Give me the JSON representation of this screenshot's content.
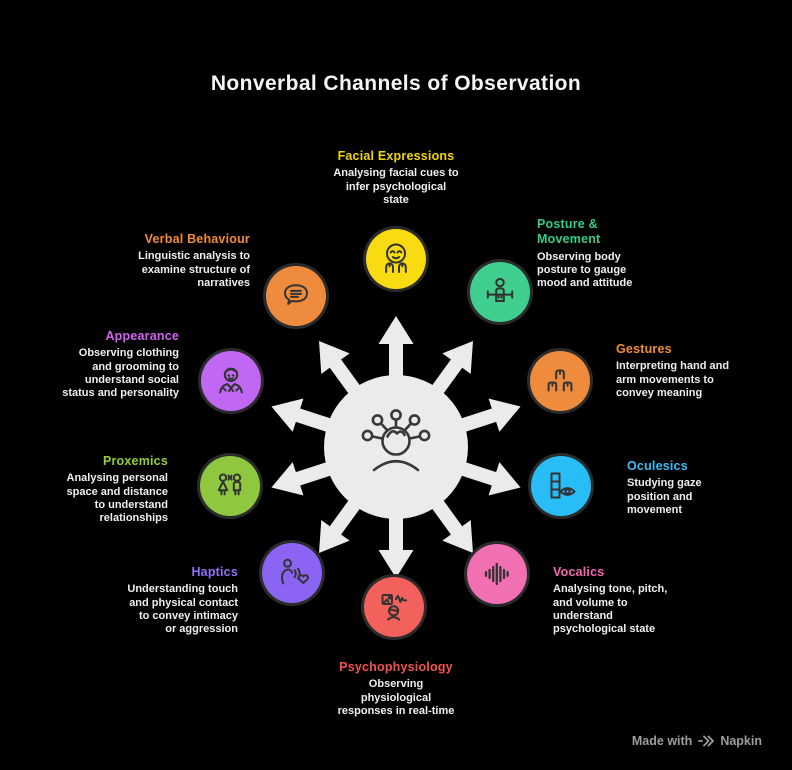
{
  "title": "Nonverbal Channels of Observation",
  "center": {
    "icon": "sensor-head-face-icon",
    "hub_color": "#EBEBE9",
    "arrow_count": 10
  },
  "nodes": [
    {
      "id": "facial-expressions",
      "label": "Facial Expressions",
      "description": "Analysing facial cues to infer psychological state",
      "color": "#F8DB10",
      "label_color": "#F2D40B",
      "icon": "smiling-face-with-hands-icon"
    },
    {
      "id": "posture-movement",
      "label": "Posture & Movement",
      "description": "Observing body posture to gauge mood and attitude",
      "color": "#3FCE8E",
      "label_color": "#32CD8A",
      "icon": "person-at-bar-icon"
    },
    {
      "id": "gestures",
      "label": "Gestures",
      "description": "Interpreting hand and arm movements to convey meaning",
      "color": "#EE8B3C",
      "label_color": "#F18D33",
      "icon": "raised-hands-icon"
    },
    {
      "id": "oculesics",
      "label": "Oculesics",
      "description": "Studying gaze position and movement",
      "color": "#29BDF6",
      "label_color": "#36BDF5",
      "icon": "gaze-eye-icon"
    },
    {
      "id": "vocalics",
      "label": "Vocalics",
      "description": "Analysing tone, pitch, and volume to understand psychological state",
      "color": "#F170B2",
      "label_color": "#F567AE",
      "icon": "sound-waveform-icon"
    },
    {
      "id": "psychophysiology",
      "label": "Psychophysiology",
      "description": "Observing physiological responses in real-time",
      "color": "#F2615B",
      "label_color": "#F4514C",
      "icon": "biometric-response-icon"
    },
    {
      "id": "haptics",
      "label": "Haptics",
      "description": "Understanding touch and physical contact to convey intimacy or aggression",
      "color": "#8C64F4",
      "label_color": "#9270F6",
      "icon": "touch-contact-icon"
    },
    {
      "id": "proxemics",
      "label": "Proxemics",
      "description": "Analysing personal space and distance to understand relationships",
      "color": "#8FC83F",
      "label_color": "#95CE35",
      "icon": "two-people-distance-icon"
    },
    {
      "id": "appearance",
      "label": "Appearance",
      "description": "Observing clothing and grooming to understand social status and personality",
      "color": "#C068F4",
      "label_color": "#D263F2",
      "icon": "person-in-suit-icon"
    },
    {
      "id": "verbal-behaviour",
      "label": "Verbal Behaviour",
      "description": "Linguistic analysis to examine structure of narratives",
      "color": "#EE8B3C",
      "label_color": "#F18D33",
      "icon": "speech-bubble-icon"
    }
  ],
  "footer": {
    "text": "Made with",
    "brand": "Napkin",
    "logo_icon": "napkin-logo-icon"
  },
  "colors": {
    "background": "#000000",
    "icon_stroke": "#333333",
    "description_text": "#EFEFEF",
    "title_text": "#F5F5F5",
    "footer_text": "#9D9D9D"
  }
}
